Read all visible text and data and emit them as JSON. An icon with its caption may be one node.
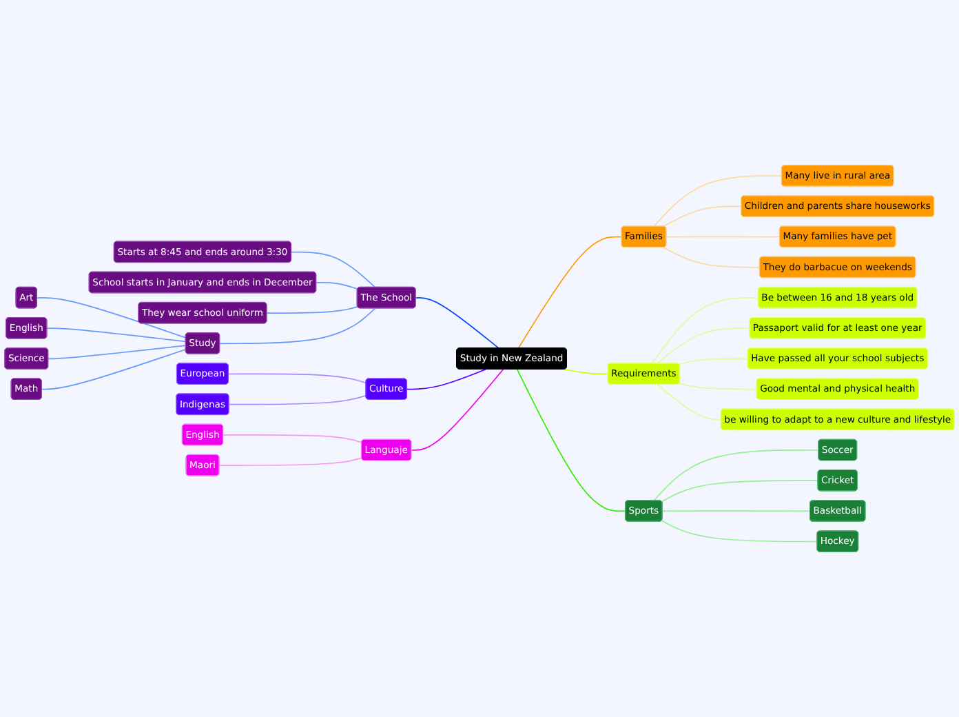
{
  "diagram": {
    "nodes": [
      {
        "text": [
          "Study in New Zealand"
        ]
      },
      {
        "text": [
          "Families"
        ]
      },
      {
        "text": [
          "Many live in rural area"
        ]
      },
      {
        "text": [
          "Children and parents share houseworks"
        ]
      },
      {
        "text": [
          "Many families have pet"
        ]
      },
      {
        "text": [
          "They do barbacue on weekends"
        ]
      },
      {
        "text": [
          "The School"
        ]
      },
      {
        "text": [
          "Starts at 8:45 and ends around 3:30"
        ]
      },
      {
        "text": [
          "School starts in January and ends in December"
        ]
      },
      {
        "text": [
          "They wear school uniform"
        ]
      },
      {
        "text": [
          "Study"
        ]
      },
      {
        "text": [
          "Art"
        ]
      },
      {
        "text": [
          "English"
        ]
      },
      {
        "text": [
          "Science"
        ]
      },
      {
        "text": [
          "Math"
        ]
      },
      {
        "text": [
          "Requirements"
        ]
      },
      {
        "text": [
          "Be between 16 and 18 years old"
        ]
      },
      {
        "text": [
          "Passaport valid for at least one year"
        ]
      },
      {
        "text": [
          "Have passed all your school subjects"
        ]
      },
      {
        "text": [
          "Good mental and physical health"
        ]
      },
      {
        "text": [
          "be willing to adapt to a new culture and lifestyle"
        ]
      },
      {
        "text": [
          "Culture"
        ]
      },
      {
        "text": [
          "European"
        ]
      },
      {
        "text": [
          "Indigenas"
        ]
      },
      {
        "text": [
          "Sports"
        ]
      },
      {
        "text": [
          "Soccer"
        ]
      },
      {
        "text": [
          "Cricket"
        ]
      },
      {
        "text": [
          "Basketball"
        ]
      },
      {
        "text": [
          "Hockey"
        ]
      },
      {
        "text": [
          "Languaje"
        ]
      },
      {
        "text": [
          "English"
        ]
      },
      {
        "text": [
          "Maori"
        ]
      }
    ],
    "edges": [
      {
        "from": 0,
        "to": 1,
        "arrow": "none",
        "color": "#ff9900"
      },
      {
        "from": 1,
        "to": 2,
        "arrow": "none",
        "color": "#ffd8a0"
      },
      {
        "from": 1,
        "to": 3,
        "arrow": "none",
        "color": "#ffd8a0"
      },
      {
        "from": 1,
        "to": 4,
        "arrow": "none",
        "color": "#ffd8a0"
      },
      {
        "from": 1,
        "to": 5,
        "arrow": "none",
        "color": "#ffd8a0"
      },
      {
        "from": 0,
        "to": 6,
        "arrow": "none",
        "color": "#0044ff"
      },
      {
        "from": 6,
        "to": 7,
        "arrow": "none",
        "color": "#6699ff"
      },
      {
        "from": 6,
        "to": 8,
        "arrow": "none",
        "color": "#6699ff"
      },
      {
        "from": 6,
        "to": 9,
        "arrow": "none",
        "color": "#6699ff"
      },
      {
        "from": 6,
        "to": 10,
        "arrow": "none",
        "color": "#6699ff"
      },
      {
        "from": 10,
        "to": 11,
        "arrow": "none",
        "color": "#6699ff"
      },
      {
        "from": 10,
        "to": 12,
        "arrow": "none",
        "color": "#6699ff"
      },
      {
        "from": 10,
        "to": 13,
        "arrow": "none",
        "color": "#6699ff"
      },
      {
        "from": 10,
        "to": 14,
        "arrow": "none",
        "color": "#6699ff"
      },
      {
        "from": 0,
        "to": 15,
        "arrow": "none",
        "color": "#ccff00"
      },
      {
        "from": 15,
        "to": 16,
        "arrow": "none",
        "color": "#e8f7a0"
      },
      {
        "from": 15,
        "to": 17,
        "arrow": "none",
        "color": "#e8f7a0"
      },
      {
        "from": 15,
        "to": 18,
        "arrow": "none",
        "color": "#e8f7a0"
      },
      {
        "from": 15,
        "to": 19,
        "arrow": "none",
        "color": "#e8f7a0"
      },
      {
        "from": 15,
        "to": 20,
        "arrow": "none",
        "color": "#e8f7a0"
      },
      {
        "from": 0,
        "to": 21,
        "arrow": "none",
        "color": "#5500ff"
      },
      {
        "from": 21,
        "to": 22,
        "arrow": "none",
        "color": "#aa88ff"
      },
      {
        "from": 21,
        "to": 23,
        "arrow": "none",
        "color": "#aa88ff"
      },
      {
        "from": 0,
        "to": 24,
        "arrow": "none",
        "color": "#33ee00"
      },
      {
        "from": 24,
        "to": 25,
        "arrow": "none",
        "color": "#99ee99"
      },
      {
        "from": 24,
        "to": 26,
        "arrow": "none",
        "color": "#99ee99"
      },
      {
        "from": 24,
        "to": 27,
        "arrow": "none",
        "color": "#99ee99"
      },
      {
        "from": 24,
        "to": 28,
        "arrow": "none",
        "color": "#99ee99"
      },
      {
        "from": 0,
        "to": 29,
        "arrow": "none",
        "color": "#ee00ee"
      },
      {
        "from": 29,
        "to": 30,
        "arrow": "none",
        "color": "#f399f3"
      },
      {
        "from": 29,
        "to": 31,
        "arrow": "none",
        "color": "#f399f3"
      }
    ]
  }
}
